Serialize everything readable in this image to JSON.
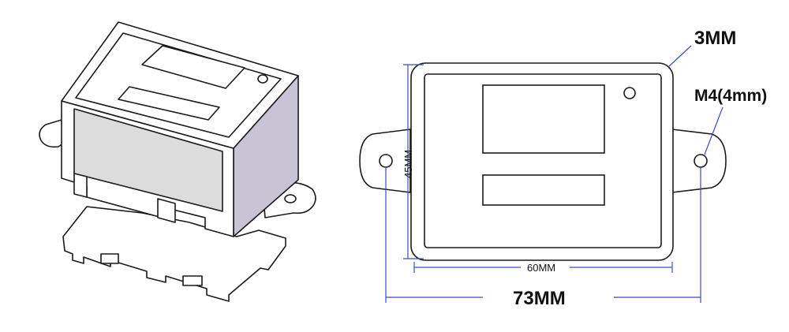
{
  "drawing": {
    "labels": {
      "thickness": "3MM",
      "hole": "M4(4mm)",
      "height": "45MM",
      "inner_width": "60MM",
      "overall_width": "73MM"
    },
    "colors": {
      "outline": "#1a1a1a",
      "dimension": "#3b4cc0",
      "side_fill": "#dcdcdc",
      "side_shade": "#c9c3d6",
      "face_fill": "#ffffff"
    }
  }
}
